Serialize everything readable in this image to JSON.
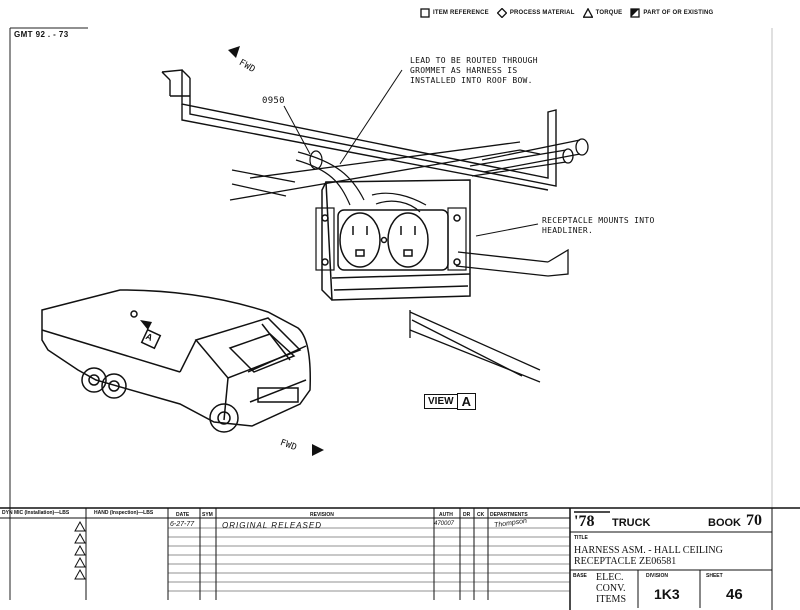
{
  "legend": {
    "item_reference": "ITEM REFERENCE",
    "process_material": "PROCESS MATERIAL",
    "torque": "TORQUE",
    "part_of": "PART OF OR EXISTING"
  },
  "header": {
    "doc_code": "GMT 92 . - 73"
  },
  "callouts": {
    "fwd_top": "FWD",
    "fwd_bottom": "FWD",
    "part_number": "0950",
    "lead_note": [
      "LEAD TO BE ROUTED THROUGH",
      "GROMMET AS HARNESS IS",
      "INSTALLED INTO ROOF BOW."
    ],
    "receptacle_note": [
      "RECEPTACLE MOUNTS INTO",
      "HEADLINER."
    ],
    "view_label": "VIEW",
    "view_letter": "A",
    "van_view_letter": "A"
  },
  "title_block": {
    "dyn_label": "DYN MIC (Installation)—LBS",
    "hand_label": "HAND (Inspection)—LBS",
    "date_header": "DATE",
    "sym_header": "SYM",
    "revision_header": "REVISION",
    "auth_header": "AUTH",
    "dr_header": "DR",
    "ck_header": "CK",
    "departments_header": "DEPARTMENTS",
    "revision_date": "6-27-77",
    "revision_text": "ORIGINAL RELEASED",
    "auth_value": "470007",
    "departments_value": "Thompson",
    "year": "'78",
    "vehicle": "TRUCK",
    "book_label": "BOOK",
    "book_number": "70",
    "title_label": "TITLE",
    "title_line1": "HARNESS ASM. - HALL CEILING",
    "title_line2": "RECEPTACLE  ZE06581",
    "base_label": "BASE",
    "base_value": [
      "ELEC.",
      "CONV.",
      "ITEMS"
    ],
    "division_label": "DIVISION",
    "division_value": "1K3",
    "sheet_label": "SHEET",
    "sheet_value": "46"
  }
}
